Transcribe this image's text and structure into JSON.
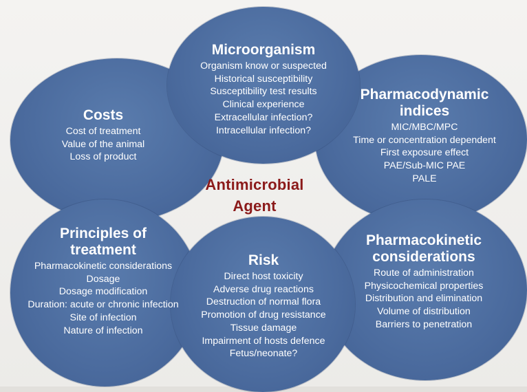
{
  "center": {
    "line1": "Antimicrobial",
    "line2": "Agent"
  },
  "colors": {
    "circle": "#4b6b9e",
    "center_text": "#8b1a1a",
    "text": "#ffffff"
  },
  "circles": {
    "microorganism": {
      "title": "Microorganism",
      "items": [
        "Organism know or suspected",
        "Historical susceptibility",
        "Susceptibility test results",
        "Clinical experience",
        "Extracellular infection?",
        "Intracellular infection?"
      ]
    },
    "costs": {
      "title": "Costs",
      "items": [
        "Cost of treatment",
        "Value of the animal",
        "Loss of product"
      ]
    },
    "pharmacodynamic": {
      "title_line1": "Pharmacodynamic",
      "title_line2": "indices",
      "items": [
        "MIC/MBC/MPC",
        "Time or concentration dependent",
        "First exposure effect",
        "PAE/Sub-MIC PAE",
        "PALE"
      ]
    },
    "principles": {
      "title_line1": "Principles of",
      "title_line2": "treatment",
      "items": [
        "Pharmacokinetic considerations",
        "Dosage",
        "Dosage modification",
        "Duration: acute or chronic infection",
        "Site of infection",
        "Nature of infection"
      ]
    },
    "risk": {
      "title": "Risk",
      "items": [
        "Direct host toxicity",
        "Adverse drug reactions",
        "Destruction of normal flora",
        "Promotion of drug resistance",
        "Tissue damage",
        "Impairment of hosts defence",
        "Fetus/neonate?"
      ]
    },
    "pharmacokinetic": {
      "title_line1": "Pharmacokinetic",
      "title_line2": "considerations",
      "items": [
        "Route of administration",
        "Physicochemical properties",
        "Distribution and elimination",
        "Volume of distribution",
        "Barriers to penetration"
      ]
    }
  }
}
